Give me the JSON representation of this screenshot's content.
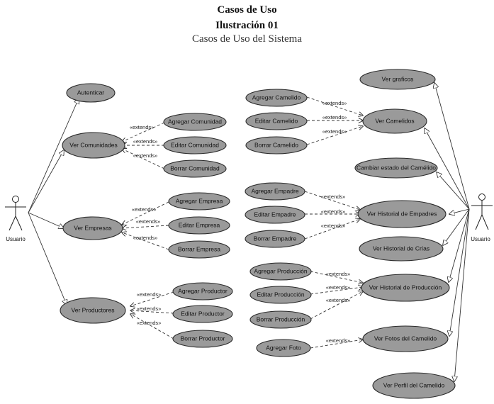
{
  "header": {
    "title": "Casos de Uso",
    "subtitle": "Ilustración 01",
    "caption": "Casos de Uso del Sistema"
  },
  "actors": {
    "left": "Usuario",
    "right": "Usuario"
  },
  "extend_label": "«extends»",
  "use_cases": {
    "autenticar": "Autenticar",
    "ver_comunidades": "Ver Comunidades",
    "agregar_comunidad": "Agregar Comunidad",
    "editar_comunidad": "Editar Comunidad",
    "borrar_comunidad": "Borrar Comunidad",
    "ver_empresas": "Ver Empresas",
    "agregar_empresa": "Agregar Empresa",
    "editar_empresa": "Editar Empresa",
    "borrar_empresa": "Borrar Empresa",
    "ver_productores": "Ver Productores",
    "agregar_productor": "Agregar Productor",
    "editar_productor": "Editar Productor",
    "borrar_productor": "Borrar Productor",
    "agregar_camelido": "Agregar Camelido",
    "editar_camelido": "Editar Camelido",
    "borrar_camelido": "Borrar Camelido",
    "ver_camelidos": "Ver Camelidos",
    "ver_graficos": "Ver graficos",
    "cambiar_estado": "Cambiar estado del Camélido",
    "agregar_empadre": "Agregar Empadre",
    "editar_empadre": "Editar Empadre",
    "borrar_empadre": "Borrar Empadre",
    "ver_historial_empadres": "Ver Historial de Empadres",
    "ver_historial_crias": "Ver Historial de Crías",
    "agregar_produccion": "Agregar Producción",
    "editar_produccion": "Editar Producción",
    "borrar_produccion": "Borrar Producción",
    "ver_historial_produccion": "Ver Historial de Producción",
    "agregar_foto": "Agregar Foto",
    "ver_fotos_camelido": "Ver Fotos del Camelido",
    "ver_perfil_camelido": "Ver Perfil del Camelido"
  }
}
